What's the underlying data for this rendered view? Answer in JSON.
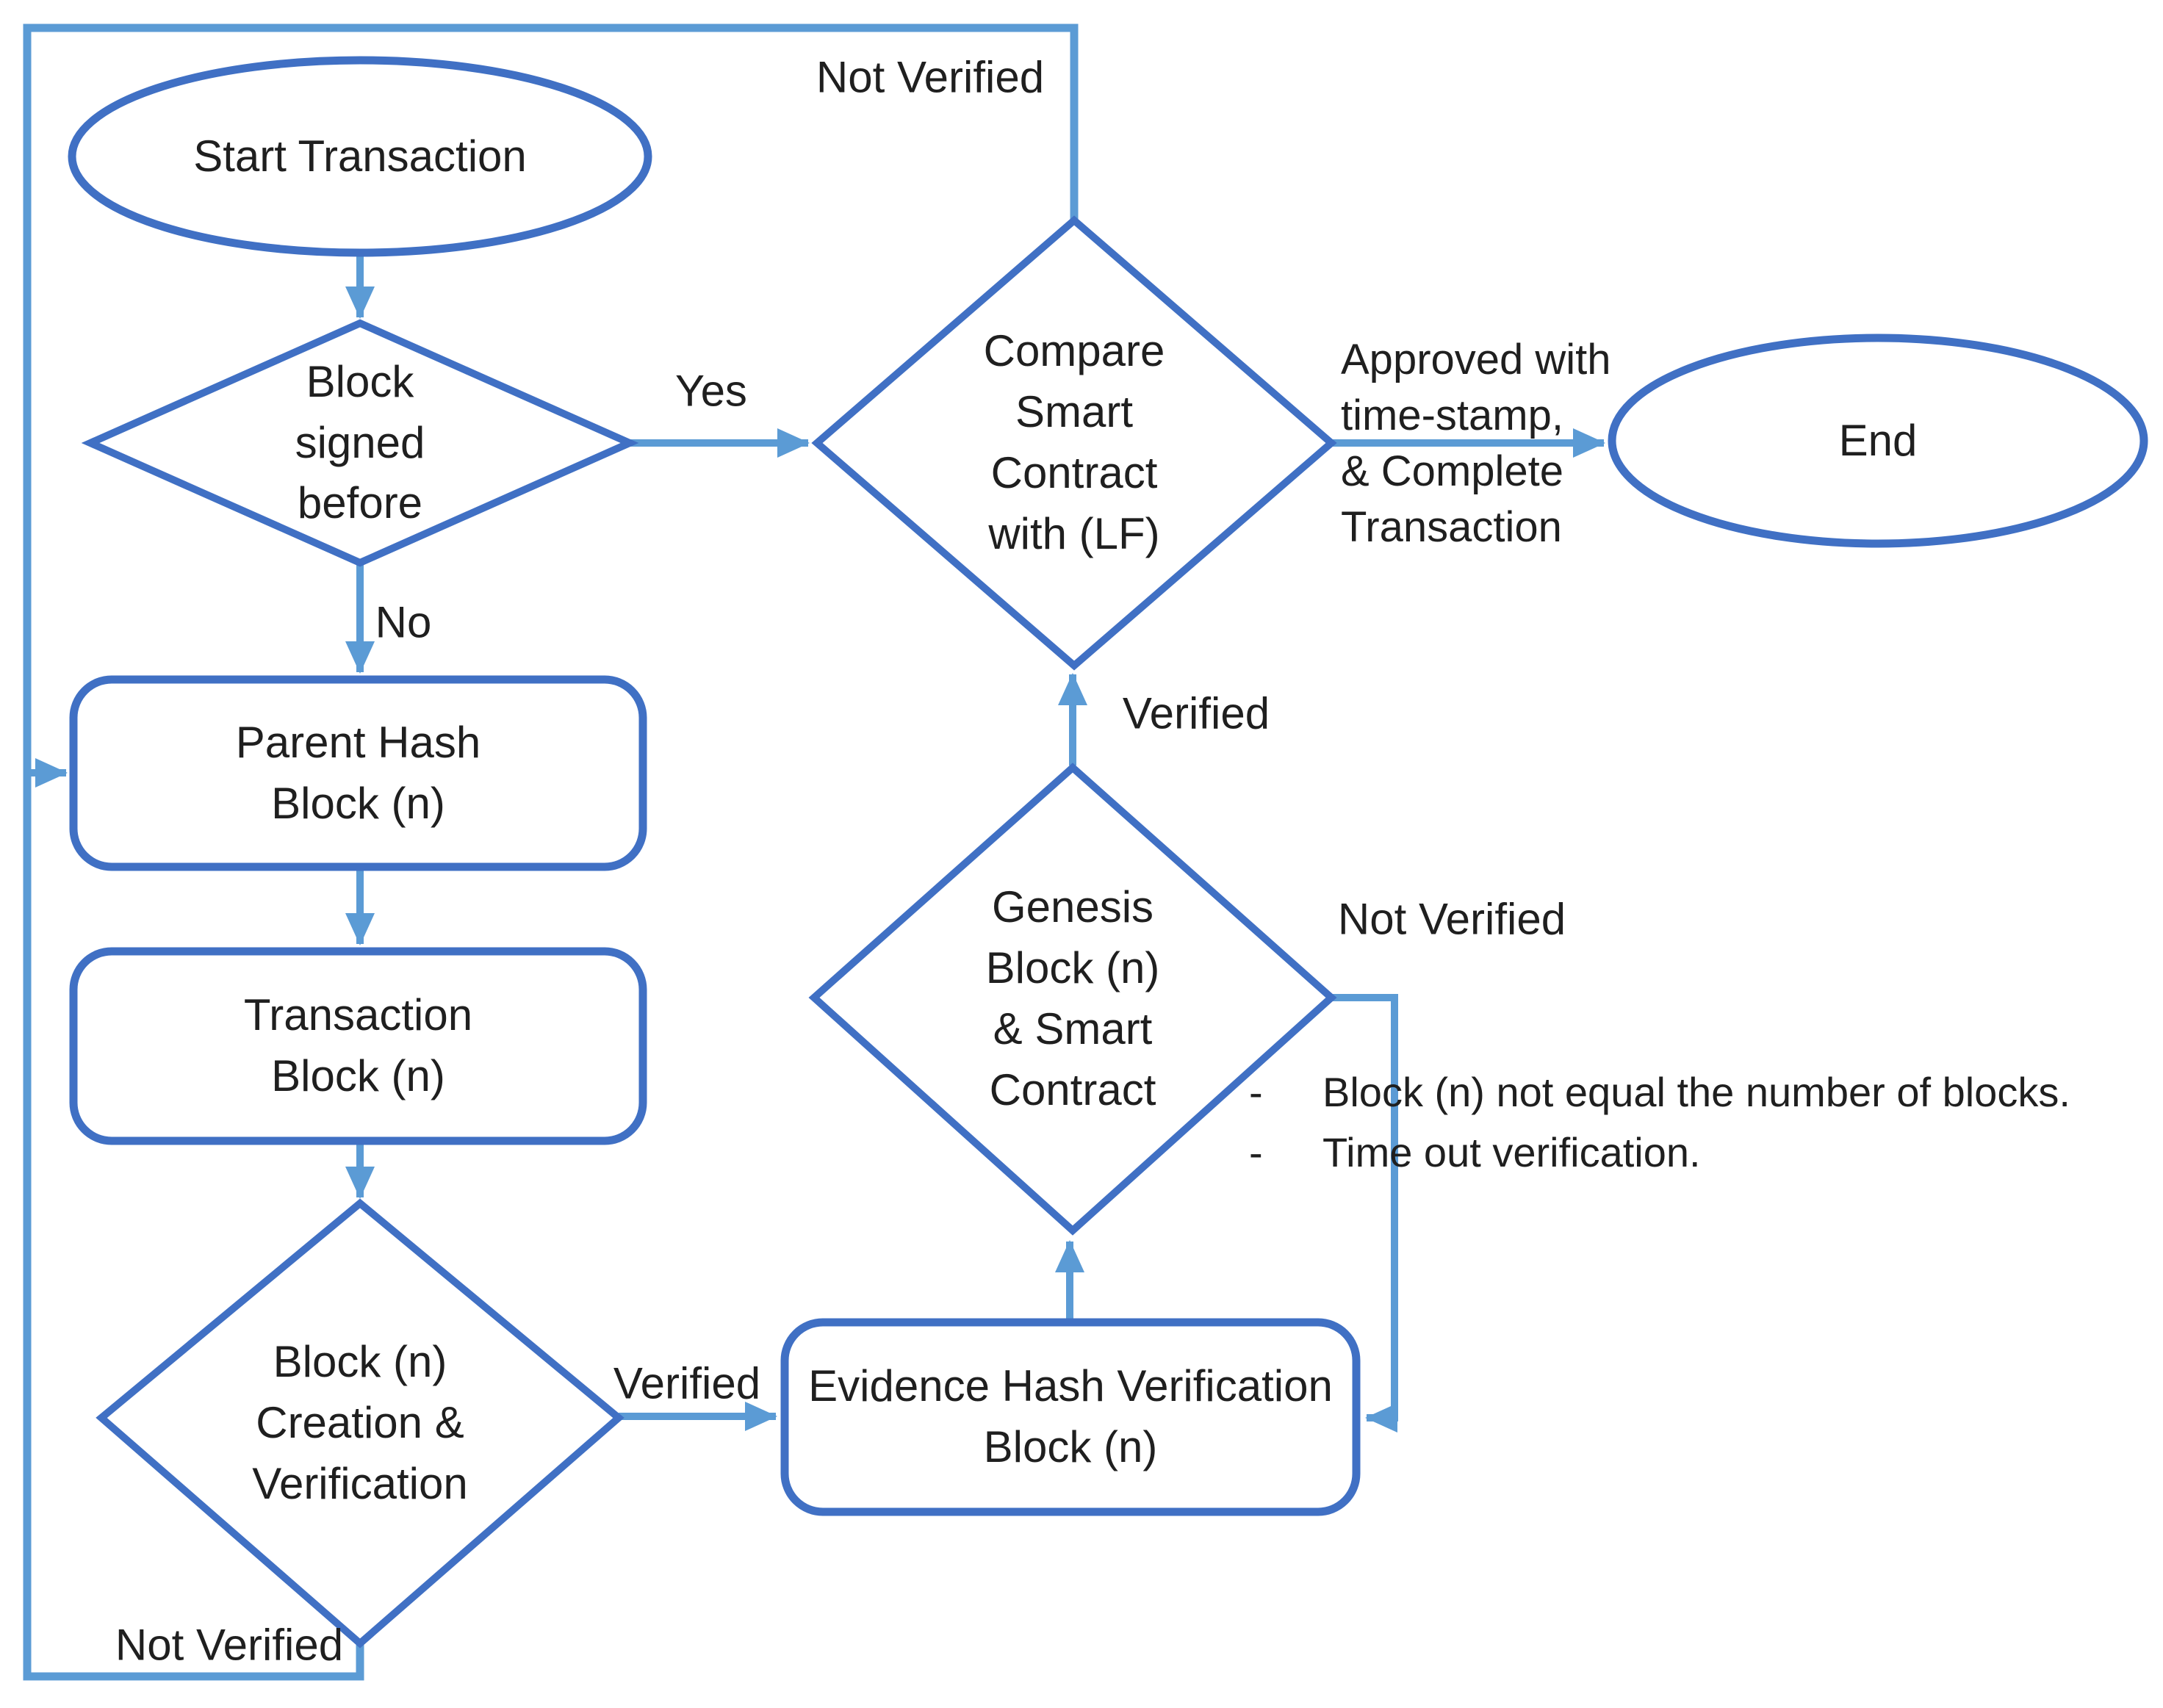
{
  "nodes": {
    "start": {
      "label": "Start Transaction",
      "shape": "ellipse"
    },
    "signed": {
      "label": "Block\nsigned\nbefore",
      "shape": "diamond"
    },
    "compare": {
      "label": "Compare\nSmart\nContract\nwith (LF)",
      "shape": "diamond"
    },
    "end": {
      "label": "End",
      "shape": "ellipse"
    },
    "parent_hash": {
      "label": "Parent Hash\nBlock (n)",
      "shape": "rounded-rect"
    },
    "transaction": {
      "label": "Transaction\nBlock (n)",
      "shape": "rounded-rect"
    },
    "creation": {
      "label": "Block (n)\nCreation &\nVerification",
      "shape": "diamond"
    },
    "evidence": {
      "label": "Evidence Hash Verification\nBlock (n)",
      "shape": "rounded-rect"
    },
    "genesis": {
      "label": "Genesis\nBlock (n)\n& Smart\nContract",
      "shape": "diamond"
    }
  },
  "edges": {
    "yes": "Yes",
    "no": "No",
    "verified_block_creation": "Verified",
    "verified_genesis": "Verified",
    "not_verified_top": "Not Verified",
    "not_verified_genesis": "Not Verified",
    "not_verified_block_creation": "Not Verified",
    "approved": "Approved with\ntime-stamp,\n& Complete\nTransaction"
  },
  "notes": {
    "marker": "-",
    "items": [
      "Block (n) not equal the number of blocks.",
      "Time out verification."
    ]
  },
  "colors": {
    "shape": "#4070C4",
    "conn": "#5B9BD5",
    "text": "#1F1F1F",
    "bg": "#FFFFFF"
  }
}
